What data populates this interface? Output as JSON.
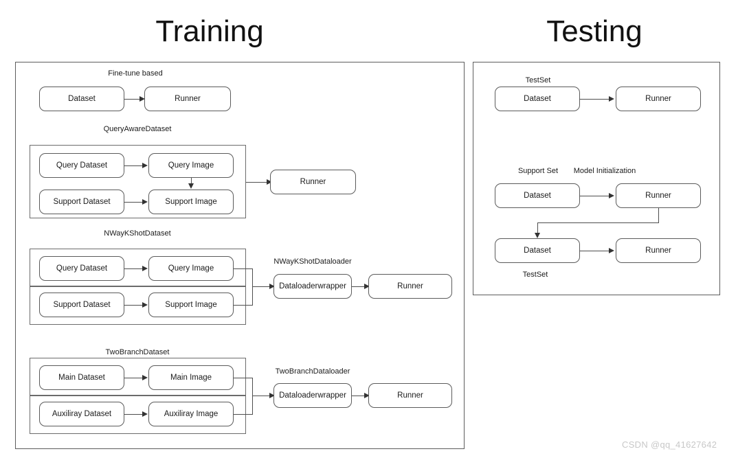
{
  "diagram": {
    "title_training": "Training",
    "title_testing": "Testing",
    "watermark": "CSDN @qq_41627642"
  },
  "training": {
    "finetune": {
      "caption": "Fine-tune based",
      "dataset": "Dataset",
      "runner": "Runner"
    },
    "query_aware": {
      "caption": "QueryAwareDataset",
      "query_dataset": "Query Dataset",
      "query_image": "Query Image",
      "support_dataset": "Support Dataset",
      "support_image": "Support Image",
      "runner": "Runner"
    },
    "nwaykshot": {
      "caption": "NWayKShotDataset",
      "query_dataset": "Query Dataset",
      "query_image": "Query Image",
      "support_dataset": "Support Dataset",
      "support_image": "Support Image",
      "loader_caption": "NWayKShotDataloader",
      "wrapper": "Dataloaderwrapper",
      "runner": "Runner"
    },
    "twobranch": {
      "caption": "TwoBranchDataset",
      "main_dataset": "Main Dataset",
      "main_image": "Main Image",
      "aux_dataset": "Auxiliray Dataset",
      "aux_image": "Auxiliray Image",
      "loader_caption": "TwoBranchDataloader",
      "wrapper": "Dataloaderwrapper",
      "runner": "Runner"
    }
  },
  "testing": {
    "simple": {
      "caption": "TestSet",
      "dataset": "Dataset",
      "runner": "Runner"
    },
    "fewshot": {
      "support_caption": "Support Set",
      "init_caption": "Model Initialization",
      "support_dataset": "Dataset",
      "support_runner": "Runner",
      "test_dataset": "Dataset",
      "test_runner": "Runner",
      "testset_caption": "TestSet"
    }
  },
  "colors": {
    "panel_border": "#5c5c5c",
    "node_border": "#5a5a5a",
    "connector": "#4d4d4d",
    "text": "#1a1a1a",
    "watermark": "#c8c8c8",
    "background": "#ffffff"
  }
}
